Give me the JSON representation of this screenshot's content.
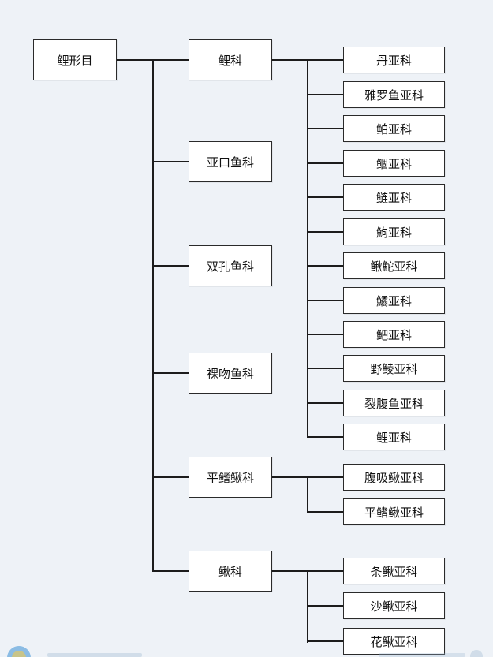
{
  "root": {
    "label": "鲤形目"
  },
  "families": [
    {
      "label": "鲤科",
      "subfamilies": [
        "丹亚科",
        "雅罗鱼亚科",
        "鲌亚科",
        "鲴亚科",
        "鲢亚科",
        "鮈亚科",
        "鳅鮀亚科",
        "鱊亚科",
        "鲃亚科",
        "野鲮亚科",
        "裂腹鱼亚科",
        "鲤亚科"
      ]
    },
    {
      "label": "亚口鱼科",
      "subfamilies": []
    },
    {
      "label": "双孔鱼科",
      "subfamilies": []
    },
    {
      "label": "裸吻鱼科",
      "subfamilies": []
    },
    {
      "label": "平鳍鳅科",
      "subfamilies": [
        "腹吸鳅亚科",
        "平鳍鳅亚科"
      ]
    },
    {
      "label": "鳅科",
      "subfamilies": [
        "条鳅亚科",
        "沙鳅亚科",
        "花鳅亚科"
      ]
    }
  ],
  "colors": {
    "background": "#eef2f7",
    "node_fill": "#ffffff",
    "node_border": "#2a2a2a",
    "connector": "#1c1c1c",
    "watermark_logo": "#3a8fd6"
  },
  "watermark": {
    "icon": "site-logo-icon"
  }
}
